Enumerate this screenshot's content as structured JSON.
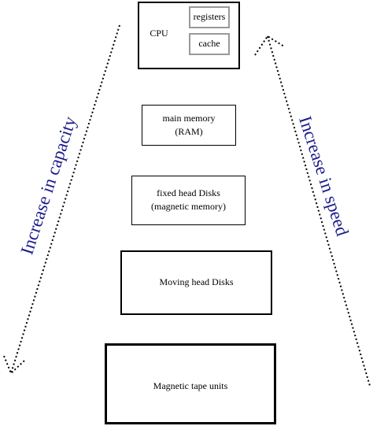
{
  "cpu": {
    "label": "CPU",
    "registers": "registers",
    "cache": "cache"
  },
  "main_memory": {
    "line1": "main memory",
    "line2": "(RAM)"
  },
  "fixed_disks": {
    "line1": "fixed head Disks",
    "line2": "(magnetic memory)"
  },
  "moving_disks": {
    "label": "Moving head Disks"
  },
  "tape": {
    "label": "Magnetic tape units"
  },
  "arrows": {
    "capacity": "Increase in capacity",
    "speed": "Increase in speed",
    "text_color": "#1c1c8a"
  }
}
